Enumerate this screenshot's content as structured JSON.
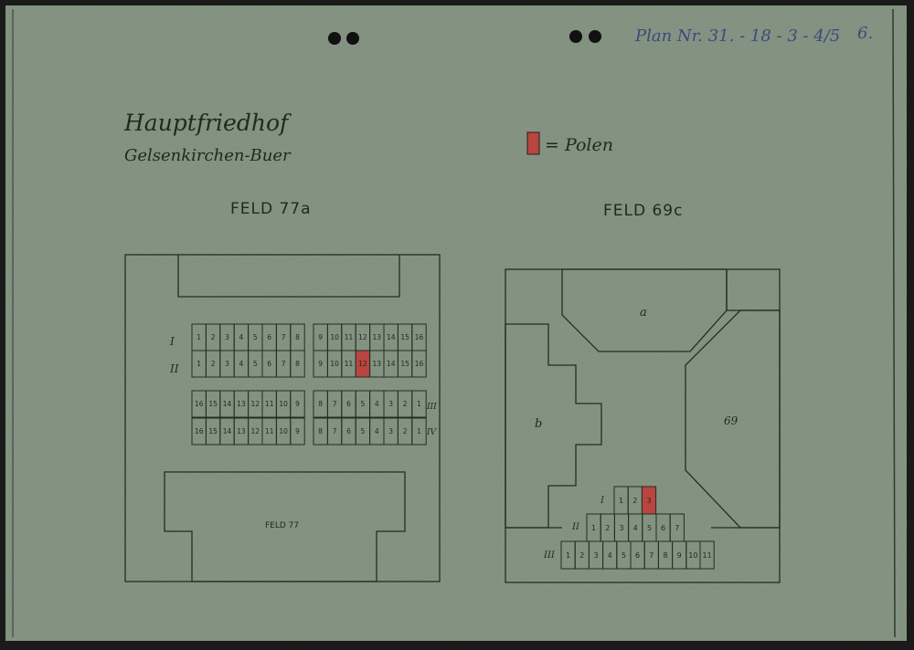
{
  "document": {
    "archive_ref": "Plan Nr. 31. - 18 - 3 - 4/5",
    "sheet_no": "6.",
    "title_line1": "Hauptfriedhof",
    "title_line2": "Gelsenkirchen-Buer",
    "legend_label": "= Polen",
    "paper_color": "#7a8a78",
    "marked_color": "#b8453f"
  },
  "feld77a": {
    "title": "FELD 77a",
    "building_label": "FELD 77",
    "row_labels": [
      "I",
      "II",
      "III",
      "IV"
    ],
    "rows": [
      {
        "left": [
          "1",
          "2",
          "3",
          "4",
          "5",
          "6",
          "7",
          "8"
        ],
        "right": [
          "9",
          "10",
          "11",
          "12",
          "13",
          "14",
          "15",
          "16"
        ]
      },
      {
        "left": [
          "1",
          "2",
          "3",
          "4",
          "5",
          "6",
          "7",
          "8"
        ],
        "right": [
          "9",
          "10",
          "11",
          "12",
          "13",
          "14",
          "15",
          "16"
        ]
      },
      {
        "left": [
          "16",
          "15",
          "14",
          "13",
          "12",
          "11",
          "10",
          "9"
        ],
        "right": [
          "8",
          "7",
          "6",
          "5",
          "4",
          "3",
          "2",
          "1"
        ]
      },
      {
        "left": [
          "16",
          "15",
          "14",
          "13",
          "12",
          "11",
          "10",
          "9"
        ],
        "right": [
          "8",
          "7",
          "6",
          "5",
          "4",
          "3",
          "2",
          "1"
        ]
      }
    ],
    "marked": "II-12"
  },
  "feld69": {
    "title": "FELD 69c",
    "area_labels": [
      "a",
      "b",
      "69"
    ],
    "row_labels": [
      "I",
      "II",
      "III"
    ],
    "rows": [
      [
        "1",
        "2",
        "3"
      ],
      [
        "1",
        "2",
        "3",
        "4",
        "5",
        "6",
        "7"
      ],
      [
        "1",
        "2",
        "3",
        "4",
        "5",
        "6",
        "7",
        "8",
        "9",
        "10",
        "11"
      ]
    ],
    "marked": "I-3"
  }
}
